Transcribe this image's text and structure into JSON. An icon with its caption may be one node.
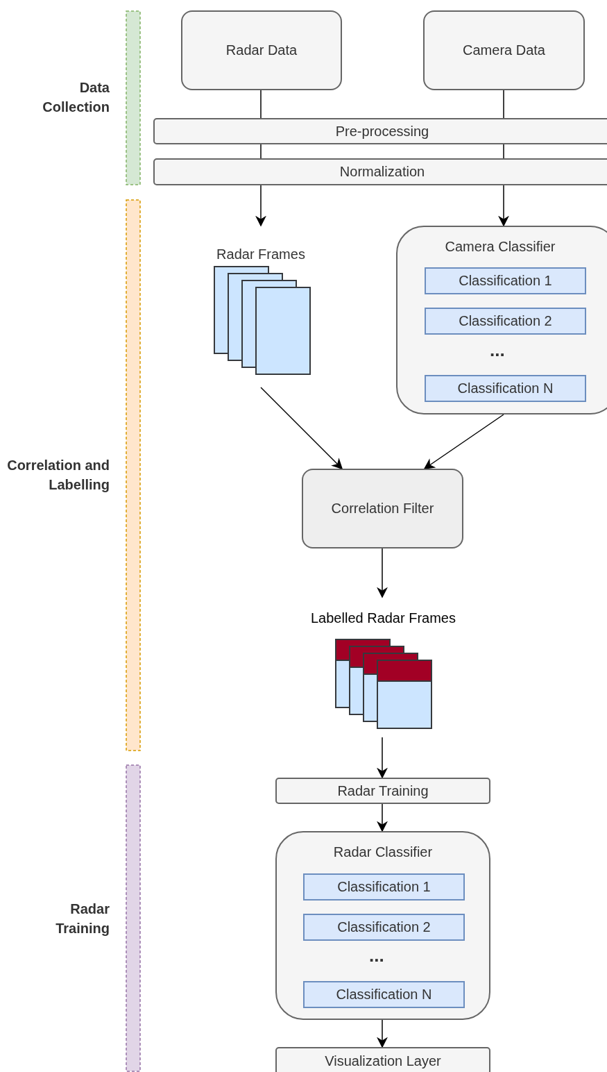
{
  "diagram": {
    "nodes": [
      {
        "text": [
          "Data Collection"
        ]
      },
      {
        "text": [
          "Correlation and Labelling"
        ]
      },
      {
        "text": [
          "Radar Training"
        ]
      },
      {
        "text": [
          "Radar Data"
        ]
      },
      {
        "text": [
          "Camera Data"
        ]
      },
      {
        "text": [
          "Pre-processing"
        ]
      },
      {
        "text": [
          "Normalization"
        ]
      },
      {
        "text": [
          "Radar Frames"
        ]
      },
      {
        "text": [
          "Camera Classifier",
          "..."
        ]
      },
      {
        "text": [
          "Classification 1"
        ],
        "in": 8
      },
      {
        "text": [
          "Classification 2"
        ],
        "in": 8
      },
      {
        "text": [
          "Classification N"
        ],
        "in": 8
      },
      {
        "text": [
          "Correlation Filter"
        ]
      },
      {
        "text": [
          "Labelled Radar Frames"
        ]
      },
      {
        "text": [
          "Radar Training"
        ]
      },
      {
        "text": [
          "Radar Classifier",
          "..."
        ]
      },
      {
        "text": [
          "Classification 1"
        ],
        "in": 15
      },
      {
        "text": [
          "Classification 2"
        ],
        "in": 15
      },
      {
        "text": [
          "Classification N"
        ],
        "in": 15
      },
      {
        "text": [
          "Visualization Layer"
        ]
      }
    ],
    "edges": [
      {
        "from": 3,
        "to": 5,
        "arrow": "none"
      },
      {
        "from": 5,
        "to": 6,
        "arrow": "none"
      },
      {
        "from": 6,
        "to": 7,
        "arrow": "to"
      },
      {
        "from": 4,
        "to": 5,
        "arrow": "none"
      },
      {
        "from": 5,
        "to": 6,
        "arrow": "none"
      },
      {
        "from": 6,
        "to": 8,
        "arrow": "to"
      },
      {
        "from": 7,
        "to": 12,
        "arrow": "to"
      },
      {
        "from": 8,
        "to": 12,
        "arrow": "to"
      },
      {
        "from": 12,
        "to": 13,
        "arrow": "to"
      },
      {
        "from": 13,
        "to": 14,
        "arrow": "to"
      },
      {
        "from": 14,
        "to": 15,
        "arrow": "to"
      },
      {
        "from": 15,
        "to": 19,
        "arrow": "to"
      }
    ]
  }
}
